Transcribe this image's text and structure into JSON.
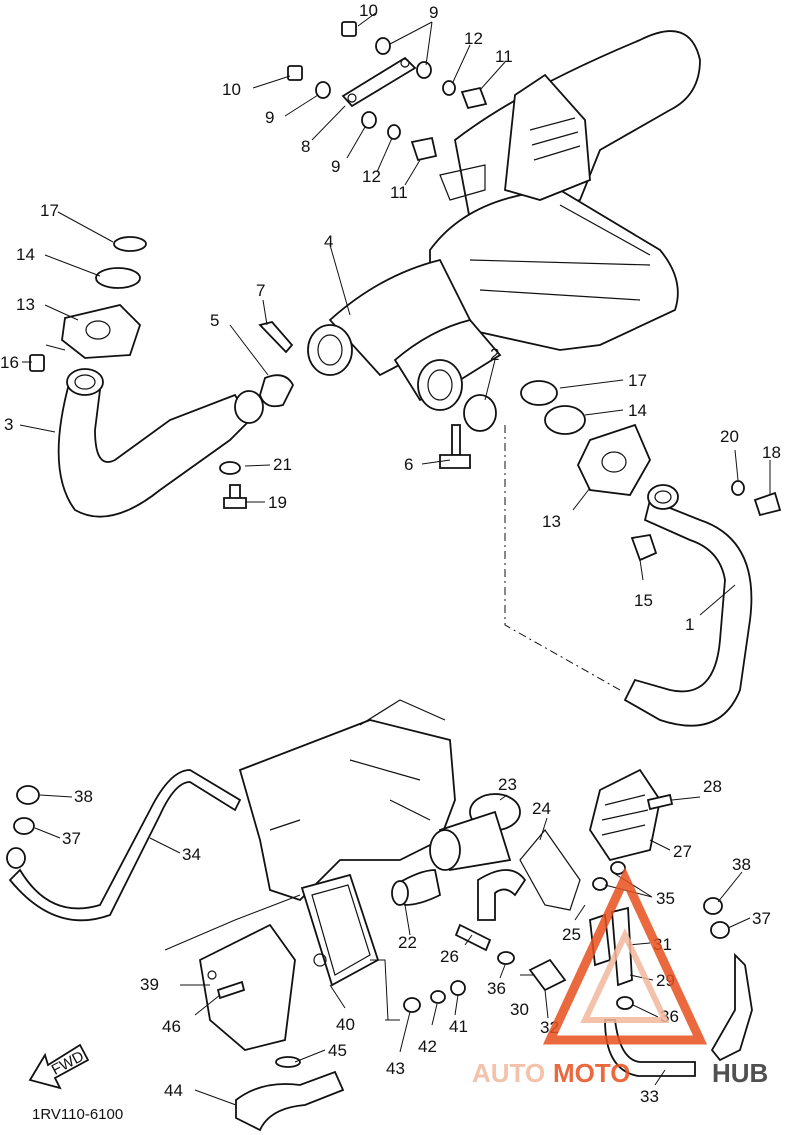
{
  "diagram": {
    "code": "1RV110-6100",
    "fwd_label": "FWD"
  },
  "watermark": {
    "left": "AUTO",
    "middle": "MOTO",
    "right": "HUB",
    "color_primary": "#e8501e",
    "color_secondary": "#f3b89c",
    "color_dark": "#333333"
  },
  "callouts": [
    {
      "id": "c10a",
      "text": "10"
    },
    {
      "id": "c9a",
      "text": "9"
    },
    {
      "id": "c12a",
      "text": "12"
    },
    {
      "id": "c11a",
      "text": "11"
    },
    {
      "id": "c10b",
      "text": "10"
    },
    {
      "id": "c9b",
      "text": "9"
    },
    {
      "id": "c8",
      "text": "8"
    },
    {
      "id": "c9c",
      "text": "9"
    },
    {
      "id": "c12b",
      "text": "12"
    },
    {
      "id": "c11b",
      "text": "11"
    },
    {
      "id": "c17a",
      "text": "17"
    },
    {
      "id": "c14a",
      "text": "14"
    },
    {
      "id": "c13a",
      "text": "13"
    },
    {
      "id": "c16",
      "text": "16"
    },
    {
      "id": "c3",
      "text": "3"
    },
    {
      "id": "c7",
      "text": "7"
    },
    {
      "id": "c5",
      "text": "5"
    },
    {
      "id": "c4",
      "text": "4"
    },
    {
      "id": "c2",
      "text": "2"
    },
    {
      "id": "c17b",
      "text": "17"
    },
    {
      "id": "c14b",
      "text": "14"
    },
    {
      "id": "c6",
      "text": "6"
    },
    {
      "id": "c21",
      "text": "21"
    },
    {
      "id": "c19",
      "text": "19"
    },
    {
      "id": "c20",
      "text": "20"
    },
    {
      "id": "c18",
      "text": "18"
    },
    {
      "id": "c13b",
      "text": "13"
    },
    {
      "id": "c15",
      "text": "15"
    },
    {
      "id": "c1",
      "text": "1"
    },
    {
      "id": "c38a",
      "text": "38"
    },
    {
      "id": "c37a",
      "text": "37"
    },
    {
      "id": "c34",
      "text": "34"
    },
    {
      "id": "c23",
      "text": "23"
    },
    {
      "id": "c28",
      "text": "28"
    },
    {
      "id": "c24",
      "text": "24"
    },
    {
      "id": "c27",
      "text": "27"
    },
    {
      "id": "c38b",
      "text": "38"
    },
    {
      "id": "c35",
      "text": "35"
    },
    {
      "id": "c37b",
      "text": "37"
    },
    {
      "id": "c22",
      "text": "22"
    },
    {
      "id": "c26",
      "text": "26"
    },
    {
      "id": "c25",
      "text": "25"
    },
    {
      "id": "c31",
      "text": "31"
    },
    {
      "id": "c39",
      "text": "39"
    },
    {
      "id": "c36a",
      "text": "36"
    },
    {
      "id": "c29",
      "text": "29"
    },
    {
      "id": "c30",
      "text": "30"
    },
    {
      "id": "c41",
      "text": "41"
    },
    {
      "id": "c46",
      "text": "46"
    },
    {
      "id": "c40",
      "text": "40"
    },
    {
      "id": "c42",
      "text": "42"
    },
    {
      "id": "c32",
      "text": "32"
    },
    {
      "id": "c36b",
      "text": "36"
    },
    {
      "id": "c43",
      "text": "43"
    },
    {
      "id": "c45",
      "text": "45"
    },
    {
      "id": "c33",
      "text": "33"
    },
    {
      "id": "c44",
      "text": "44"
    }
  ]
}
